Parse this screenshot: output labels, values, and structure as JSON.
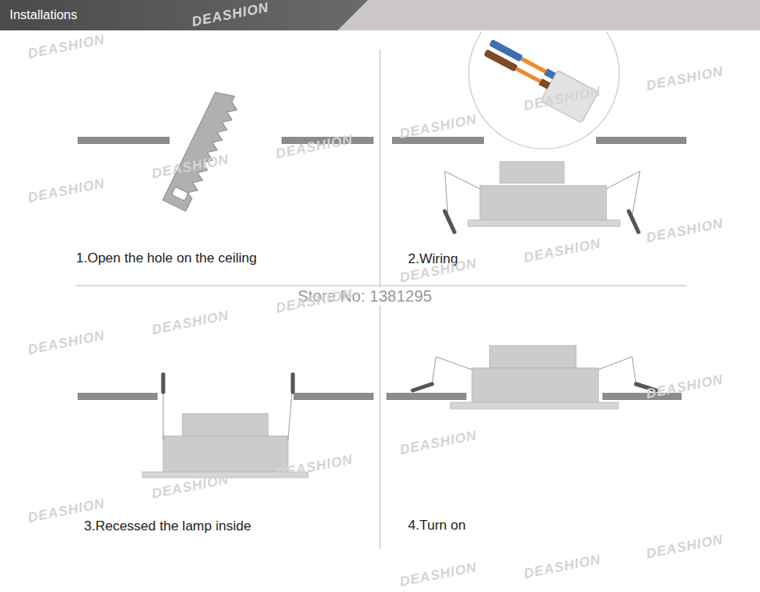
{
  "diagram": {
    "title": "Installations",
    "labels": [
      "1.Open the hole on the ceiling",
      "2.Wiring",
      "3.Recessed the lamp inside",
      "4.Turn on",
      "Store No: 1381295",
      "DEASHION",
      "DEASHION",
      "DEASHION",
      "DEASHION",
      "DEASHION",
      "DEASHION",
      "DEASHION",
      "DEASHION",
      "DEASHION",
      "DEASHION",
      "DEASHION",
      "DEASHION",
      "DEASHION",
      "DEASHION",
      "DEASHION",
      "DEASHION",
      "DEASHION",
      "DEASHION",
      "DEASHION",
      "DEASHION",
      "DEASHION",
      "DEASHION"
    ]
  }
}
